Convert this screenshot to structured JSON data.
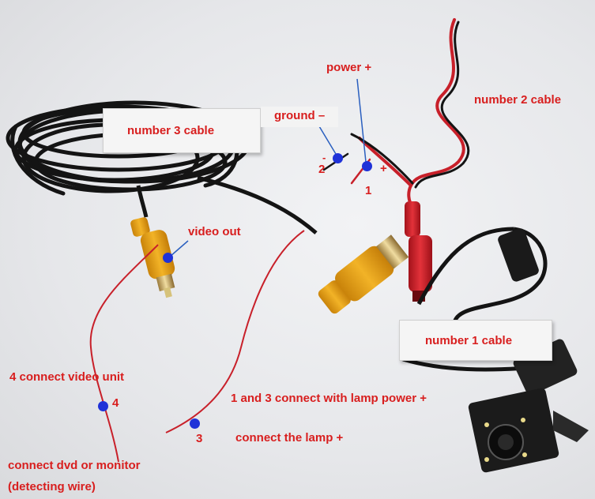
{
  "labels": {
    "power_plus": "power +",
    "ground_minus": "ground –",
    "number_2_cable": "number 2 cable",
    "number_3_cable": "number 3 cable",
    "number_1_cable": "number 1 cable",
    "video_out": "video out",
    "connect_video_unit": "4 connect video unit",
    "connect_lamp_power": "1 and 3 connect with lamp power +",
    "connect_lamp": "connect the lamp +",
    "connect_dvd": "connect dvd or monitor",
    "detecting_wire": "(detecting wire)"
  },
  "wire_marks": {
    "num_1": "1",
    "num_2": "2",
    "num_3": "3",
    "num_4": "4",
    "plus": "+",
    "minus": "-"
  },
  "colors": {
    "label_red": "#d81e1e",
    "marker_blue": "#1f32d8",
    "cable_black": "#141414",
    "wire_red": "#c8202a",
    "connector_yellow": "#e8a312"
  }
}
